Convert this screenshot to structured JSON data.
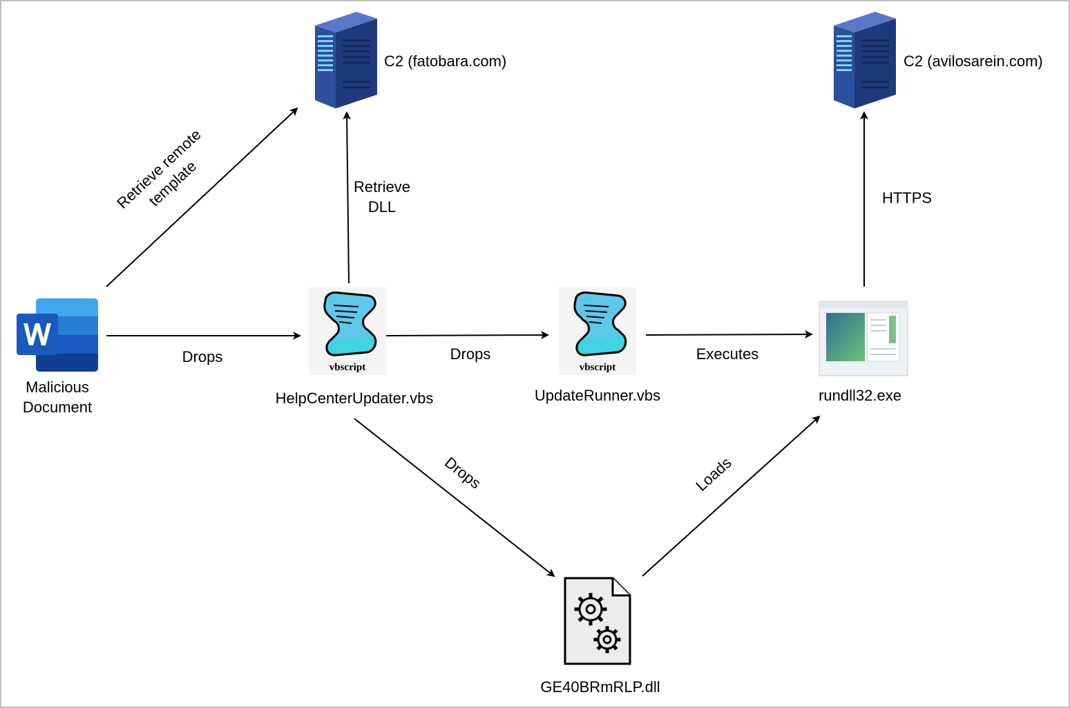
{
  "nodes": {
    "word": {
      "label_line1": "Malicious",
      "label_line2": "Document",
      "icon": "word-icon"
    },
    "c2_a": {
      "label": "C2 (fatobara.com)",
      "icon": "server-icon"
    },
    "c2_b": {
      "label": "C2 (avilosarein.com)",
      "icon": "server-icon"
    },
    "help": {
      "label": "HelpCenterUpdater.vbs",
      "icon": "vbscript-icon",
      "icon_text": "vbscript"
    },
    "runner": {
      "label": "UpdateRunner.vbs",
      "icon": "vbscript-icon",
      "icon_text": "vbscript"
    },
    "rundll": {
      "label": "rundll32.exe",
      "icon": "window-icon"
    },
    "dll": {
      "label": "GE40BRmRLP.dll",
      "icon": "dll-gears-icon"
    }
  },
  "edges": {
    "retrieve_template": {
      "line1": "Retrieve remote",
      "line2": "template"
    },
    "retrieve_dll": {
      "line1": "Retrieve",
      "line2": "DLL"
    },
    "drops_1": {
      "label": "Drops"
    },
    "drops_2": {
      "label": "Drops"
    },
    "drops_3": {
      "label": "Drops"
    },
    "executes": {
      "label": "Executes"
    },
    "https": {
      "label": "HTTPS"
    },
    "loads": {
      "label": "Loads"
    }
  },
  "colors": {
    "stroke": "#000000",
    "server_blue": "#2f4f9a",
    "vbs_cyan": "#3fd4e0",
    "word_blue": "#185abd"
  }
}
